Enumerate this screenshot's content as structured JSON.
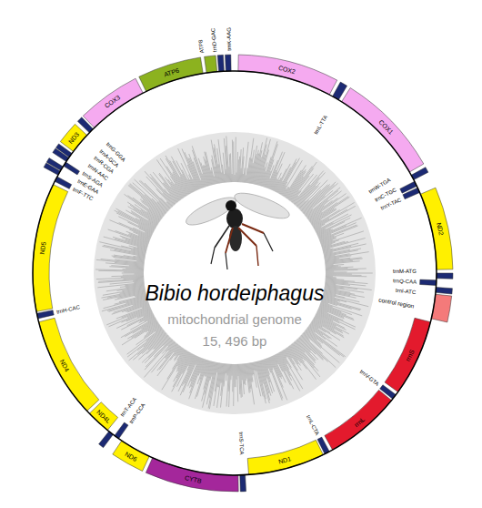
{
  "diagram": {
    "title": "Bibio hordeiphagus",
    "labels": [
      "mitochondrial genome",
      "15, 496 bp",
      "COX2",
      "trnL-TTA",
      "COX1",
      "trnW-TGA",
      "trnC-TGC",
      "trnY-TAC",
      "ND2",
      "trnM-ATG",
      "trnQ-CAA",
      "trnI-ATC",
      "control region",
      "rrnS",
      "trnV-GTA",
      "rrnL",
      "trnL-CTA",
      "ND1",
      "trnS-TCA",
      "CYTB",
      "ND6",
      "trnP-CCA",
      "trnT-ACA",
      "ND4L",
      "ND4",
      "trnH-CAC",
      "ND5",
      "trnF-TTC",
      "trnE-GAA",
      "trnS-AGA",
      "trnN-AAC",
      "trnR-CGA",
      "trnA-GCA",
      "ND3",
      "trnG-GGA",
      "COX3",
      "ATP6",
      "ATP8",
      "trnD-GAC",
      "trnK-AAG"
    ]
  }
}
